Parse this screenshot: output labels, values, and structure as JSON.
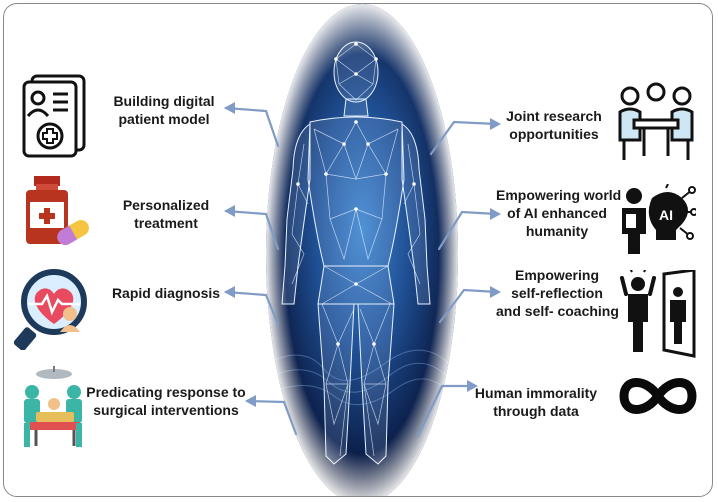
{
  "diagram": {
    "left_items": [
      {
        "line1": "Building digital",
        "line2": "patient model",
        "icon": "patient-record-icon"
      },
      {
        "line1": "Personalized",
        "line2": "treatment",
        "icon": "medicine-bottle-icon"
      },
      {
        "line1": "Rapid diagnosis",
        "line2": "",
        "icon": "heart-diagnosis-icon"
      },
      {
        "line1": "Predicating response to",
        "line2": "surgical interventions",
        "icon": "surgery-team-icon"
      }
    ],
    "right_items": [
      {
        "line1": "Joint research",
        "line2": "opportunities",
        "line3": "",
        "icon": "meeting-table-icon"
      },
      {
        "line1": "Empowering world",
        "line2": "of AI enhanced",
        "line3": "humanity",
        "icon": "ai-head-icon"
      },
      {
        "line1": "Empowering",
        "line2": "self-reflection",
        "line3": "and self- coaching",
        "icon": "mirror-reflection-icon"
      },
      {
        "line1": "Human immorality",
        "line2": "through data",
        "line3": "",
        "icon": "infinity-icon"
      }
    ],
    "icon_text": {
      "ai": "AI"
    },
    "colors": {
      "arrow": "#7f9bc6",
      "oval_center": "#2f6fb5",
      "oval_edge": "#06122e",
      "mesh": "#e6f2ff"
    }
  }
}
